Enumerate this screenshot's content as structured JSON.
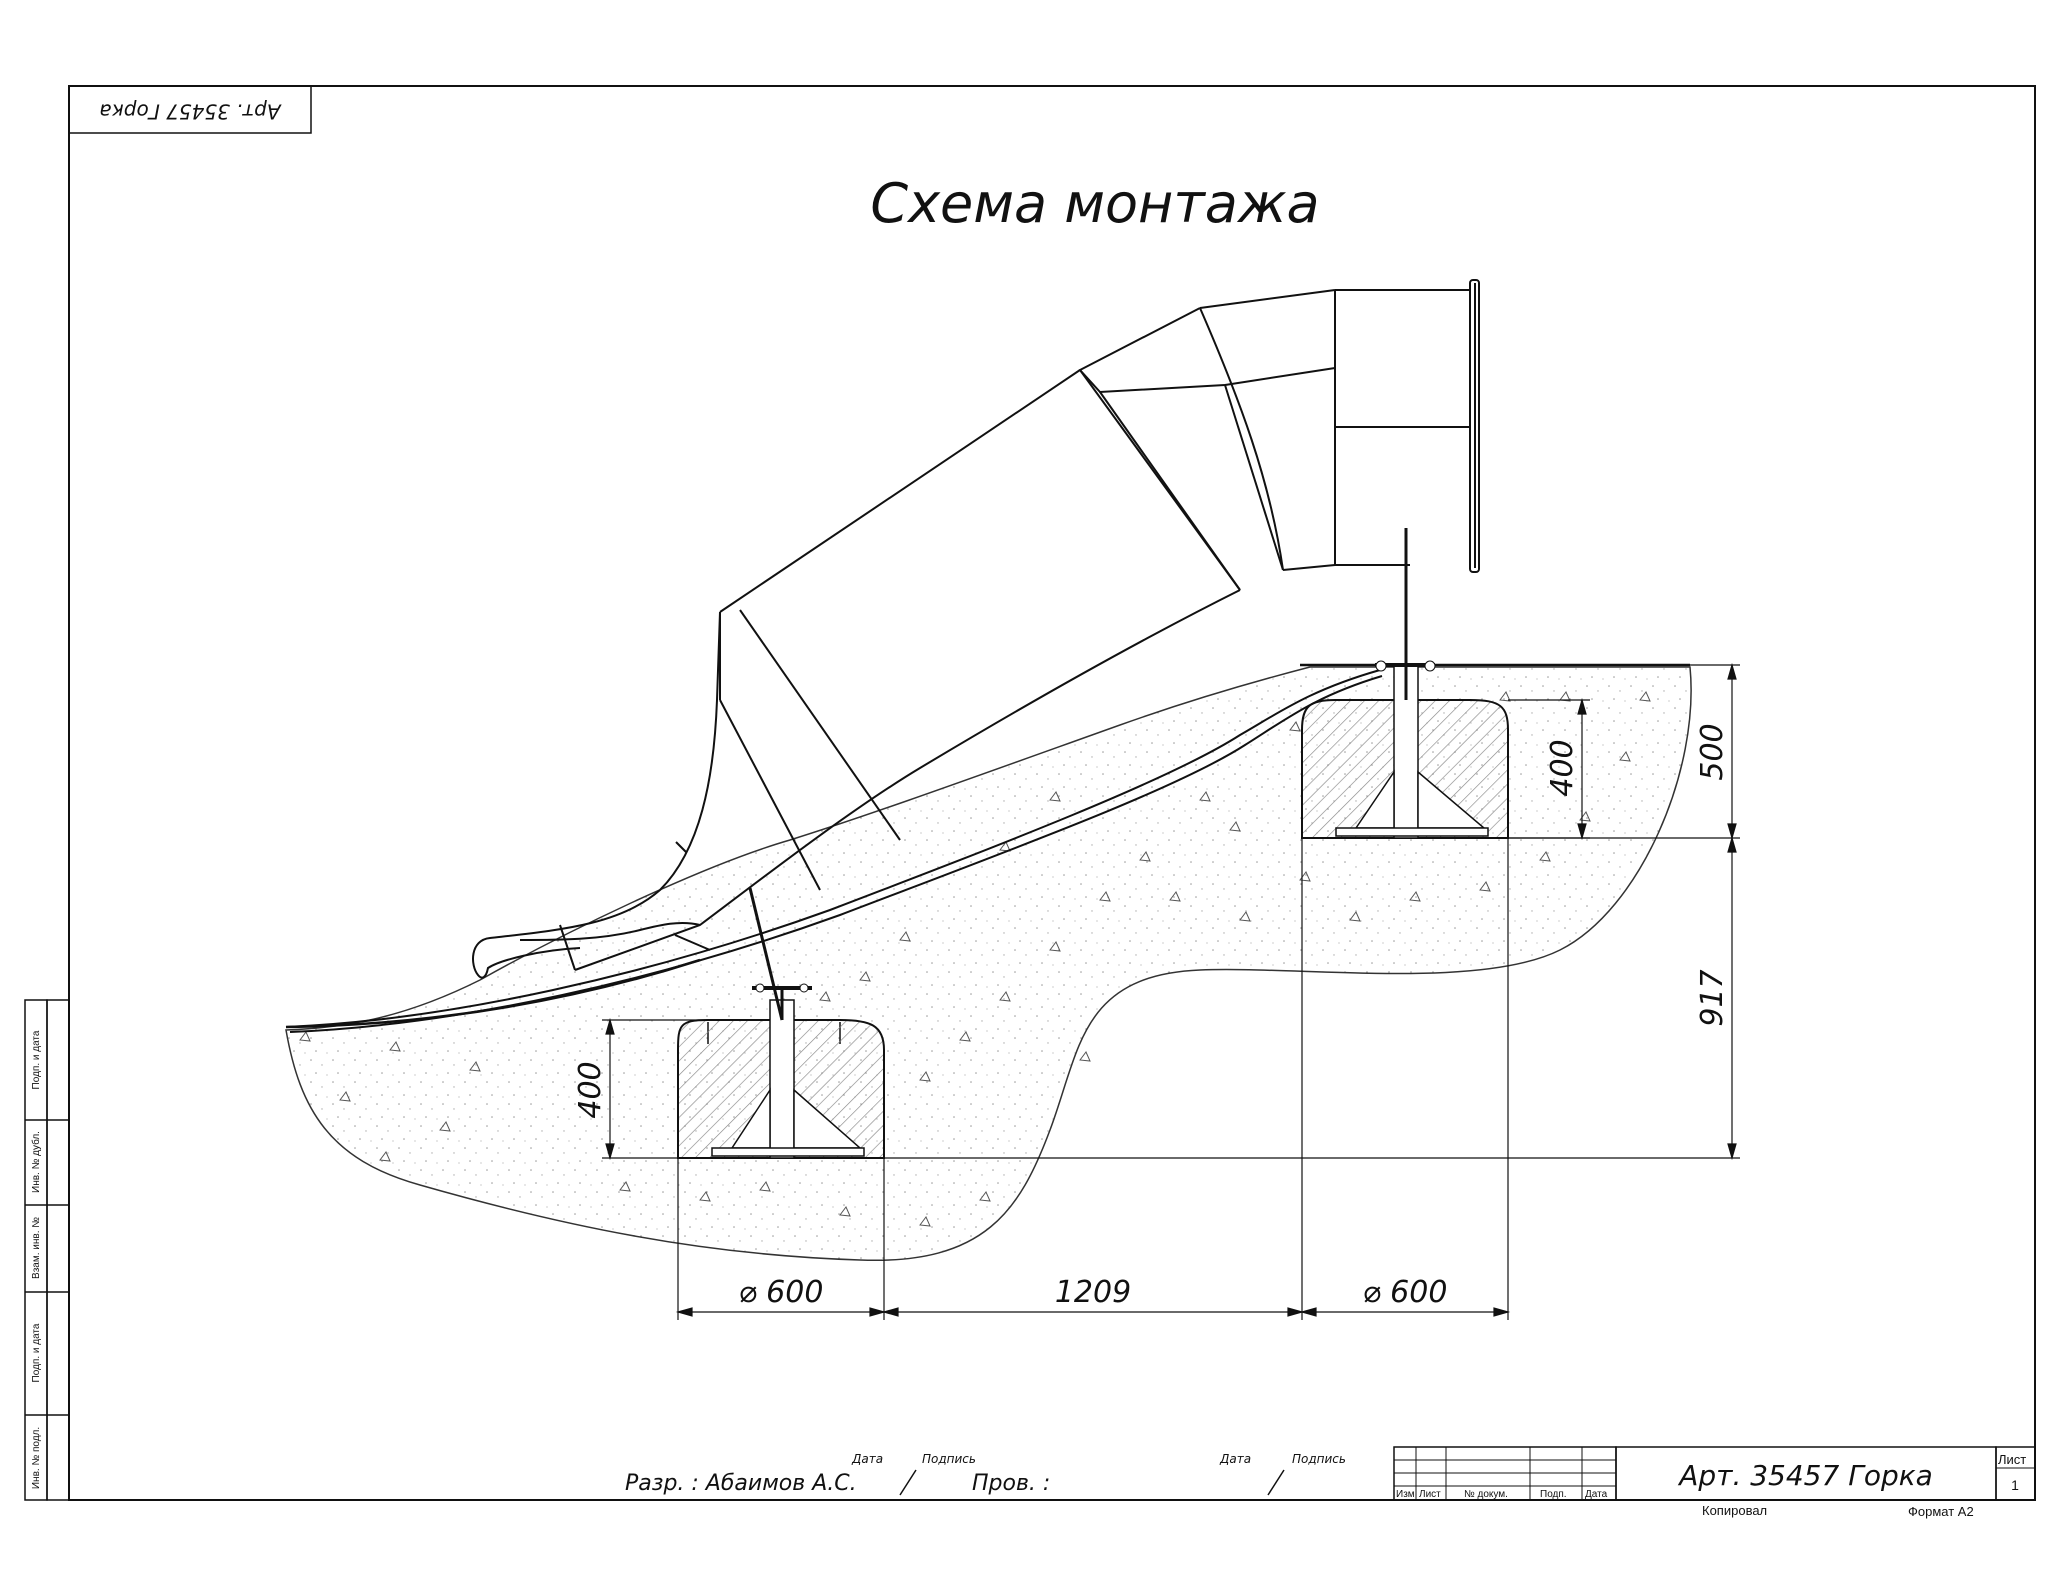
{
  "sheet": {
    "title": "Схема монтажа",
    "corner_stamp": "Арт. 35457 Горка",
    "article_title": "Арт. 35457 Горка",
    "sheet_label": "Лист",
    "sheet_number": "1",
    "copied_label": "Копировал",
    "format_label": "Формат А2"
  },
  "signatures": {
    "developer": "Разр. : Абаимов А.С.",
    "checker": "Пров. :",
    "date_label": "Дата",
    "signature_label": "Подпись"
  },
  "title_block_headers": [
    "Изм.",
    "Лист",
    "№ докум.",
    "Подп.",
    "Дата"
  ],
  "side_strip": [
    "Инв. № подл.",
    "Подп. и дата",
    "Взам. инв. №",
    "Инв. № дубл.",
    "Подп. и дата"
  ],
  "dimensions": {
    "left_depth": "400",
    "right_depth": "400",
    "right_top": "500",
    "level_difference": "917",
    "left_diameter": "⌀ 600",
    "spacing": "1209",
    "right_diameter": "⌀ 600"
  }
}
